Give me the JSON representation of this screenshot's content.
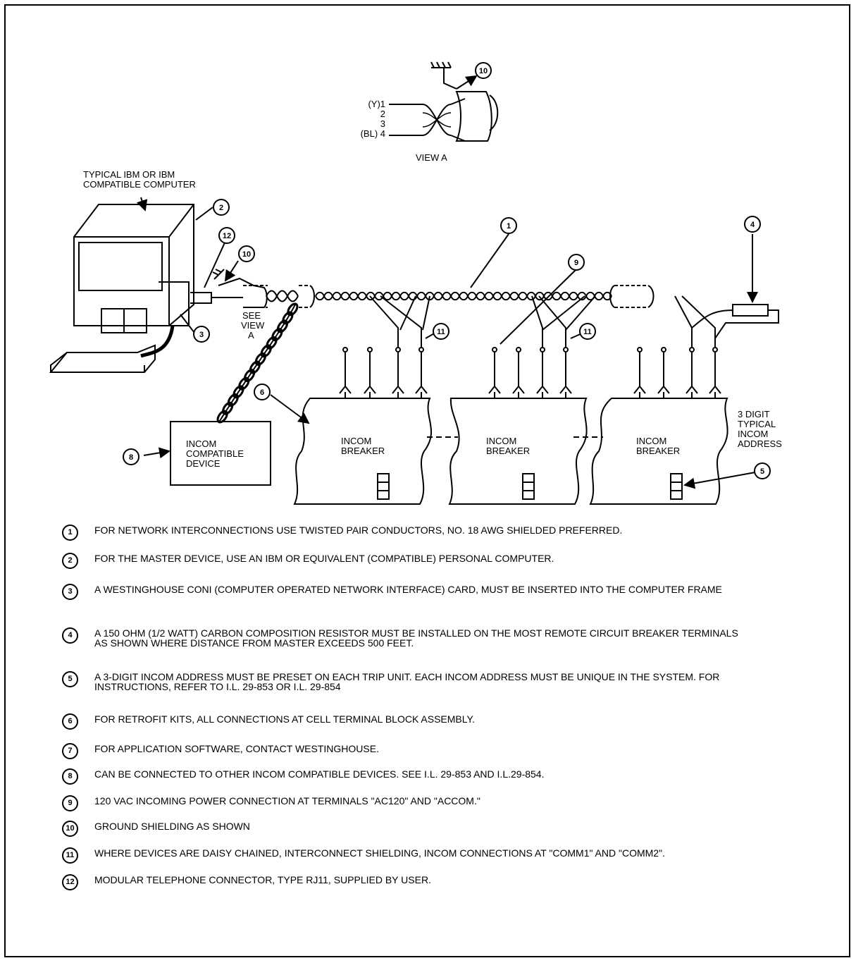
{
  "view_a": {
    "title": "VIEW A",
    "wire_labels": [
      "(Y)1",
      "2",
      "3",
      "(BL) 4"
    ],
    "callout": "10"
  },
  "computer": {
    "label_line1": "TYPICAL IBM OR IBM",
    "label_line2": "COMPATIBLE COMPUTER"
  },
  "see_view": [
    "SEE",
    "VIEW",
    "A"
  ],
  "device": {
    "lines": [
      "INCOM",
      "COMPATIBLE",
      "DEVICE"
    ]
  },
  "breakers": [
    {
      "line1": "INCOM",
      "line2": "BREAKER"
    },
    {
      "line1": "INCOM",
      "line2": "BREAKER"
    },
    {
      "line1": "INCOM",
      "line2": "BREAKER"
    }
  ],
  "address_label": [
    "3 DIGIT",
    "TYPICAL",
    "INCOM",
    "ADDRESS"
  ],
  "callouts": {
    "c1": "1",
    "c2": "2",
    "c3": "3",
    "c4": "4",
    "c5": "5",
    "c6": "6",
    "c8": "8",
    "c9": "9",
    "c10": "10",
    "c11a": "11",
    "c11b": "11",
    "c12": "12"
  },
  "notes": [
    {
      "num": "1",
      "text": "FOR NETWORK INTERCONNECTIONS USE TWISTED PAIR CONDUCTORS, NO. 18 AWG SHIELDED PREFERRED."
    },
    {
      "num": "2",
      "text": "FOR THE MASTER DEVICE, USE AN IBM OR EQUIVALENT (COMPATIBLE) PERSONAL COMPUTER."
    },
    {
      "num": "3",
      "text": "A WESTINGHOUSE CONI (COMPUTER OPERATED NETWORK INTERFACE) CARD, MUST BE INSERTED INTO THE COMPUTER FRAME"
    },
    {
      "num": "4",
      "text": "A 150 OHM (1/2 WATT) CARBON COMPOSITION RESISTOR MUST BE INSTALLED ON THE MOST REMOTE CIRCUIT BREAKER TERMINALS AS SHOWN WHERE DISTANCE FROM MASTER EXCEEDS 500 FEET."
    },
    {
      "num": "5",
      "text": "A 3-DIGIT INCOM ADDRESS MUST BE PRESET ON EACH TRIP UNIT. EACH INCOM ADDRESS MUST BE UNIQUE IN THE SYSTEM. FOR INSTRUCTIONS, REFER TO I.L. 29-853 OR I.L. 29-854"
    },
    {
      "num": "6",
      "text": "FOR RETROFIT KITS, ALL CONNECTIONS AT CELL TERMINAL BLOCK ASSEMBLY."
    },
    {
      "num": "7",
      "text": "FOR APPLICATION SOFTWARE, CONTACT WESTINGHOUSE."
    },
    {
      "num": "8",
      "text": "CAN BE CONNECTED TO OTHER INCOM COMPATIBLE DEVICES. SEE I.L. 29-853 AND I.L.29-854."
    },
    {
      "num": "9",
      "text": "120 VAC INCOMING POWER CONNECTION AT TERMINALS \"AC120\" AND \"ACCOM.\""
    },
    {
      "num": "10",
      "text": "GROUND SHIELDING AS SHOWN"
    },
    {
      "num": "11",
      "text": "WHERE DEVICES ARE DAISY CHAINED, INTERCONNECT SHIELDING, INCOM CONNECTIONS AT \"COMM1\" AND \"COMM2\"."
    },
    {
      "num": "12",
      "text": "MODULAR TELEPHONE CONNECTOR, TYPE RJ11, SUPPLIED BY USER."
    }
  ]
}
